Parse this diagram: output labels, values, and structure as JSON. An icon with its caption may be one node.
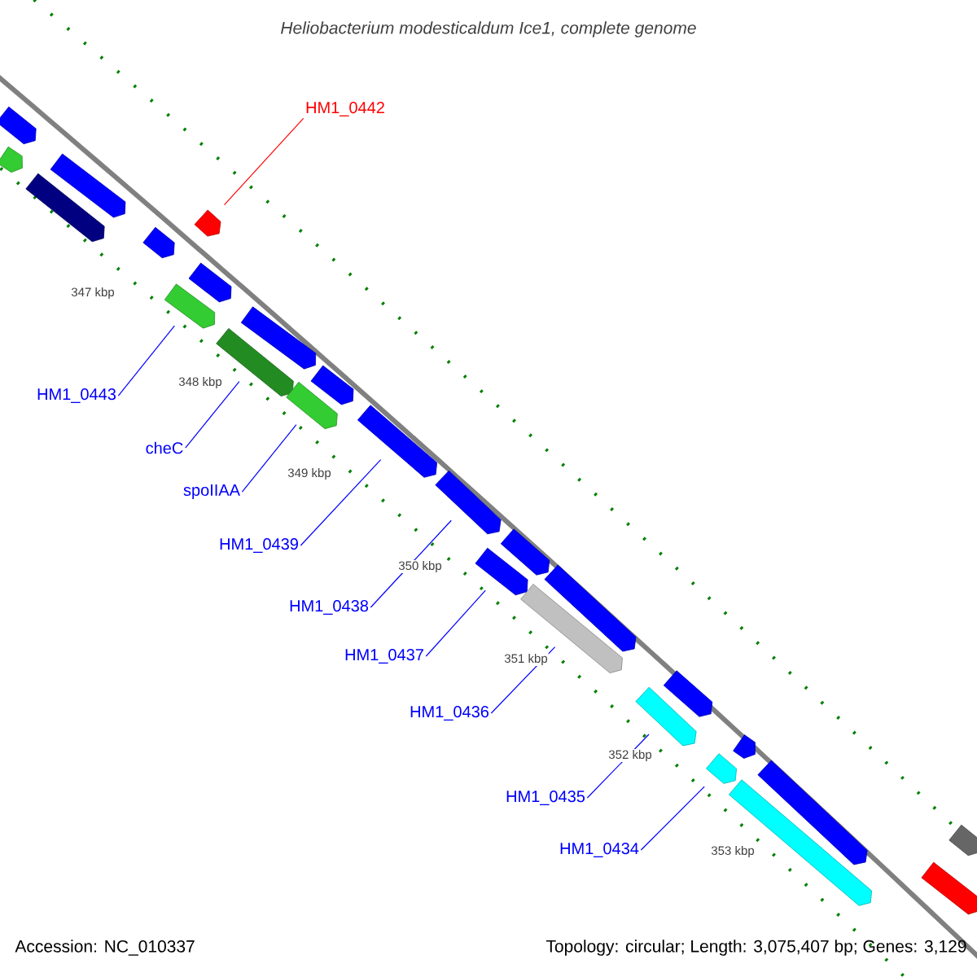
{
  "diagram": {
    "title": "Heliobacterium modesticaldum Ice1, complete genome",
    "nodes": [
      {
        "text": [],
        "shape": "bar"
      },
      {
        "text": [],
        "shape": "bar"
      },
      {
        "text": [],
        "shape": "bar"
      },
      {
        "text": [],
        "shape": "bar"
      },
      {
        "text": [],
        "shape": "bar"
      },
      {
        "text": [],
        "shape": "bar"
      },
      {
        "text": [],
        "shape": "bar"
      },
      {
        "text": [],
        "shape": "bar"
      },
      {
        "text": [],
        "shape": "bar"
      },
      {
        "text": [],
        "shape": "bar"
      },
      {
        "text": [],
        "shape": "bar"
      },
      {
        "text": [],
        "shape": "bar"
      },
      {
        "text": [],
        "shape": "bar"
      },
      {
        "text": [],
        "shape": "bar"
      },
      {
        "text": [],
        "shape": "bar"
      },
      {
        "text": [],
        "shape": "bar"
      },
      {
        "text": [],
        "shape": "bar"
      },
      {
        "text": [],
        "shape": "bar"
      },
      {
        "text": [],
        "shape": "bar"
      },
      {
        "text": [],
        "shape": "bar"
      },
      {
        "text": [],
        "shape": "bar"
      },
      {
        "text": [],
        "shape": "bar"
      },
      {
        "text": [],
        "shape": "bar"
      },
      {
        "text": [],
        "shape": "bar"
      },
      {
        "text": [],
        "shape": "bar"
      },
      {
        "text": [],
        "shape": "bar"
      },
      {
        "text": [
          "HM1_0442"
        ]
      },
      {
        "text": [
          "HM1_0443"
        ]
      },
      {
        "text": [
          "cheC"
        ]
      },
      {
        "text": [
          "spoIIAA"
        ]
      },
      {
        "text": [
          "HM1_0439"
        ]
      },
      {
        "text": [
          "HM1_0438"
        ]
      },
      {
        "text": [
          "HM1_0437"
        ]
      },
      {
        "text": [
          "HM1_0436"
        ]
      },
      {
        "text": [
          "HM1_0435"
        ]
      },
      {
        "text": [
          "HM1_0434"
        ]
      }
    ],
    "edges": [
      {
        "from": 26,
        "to": 5,
        "arrow": "none",
        "color": "#ff0000"
      },
      {
        "from": 27,
        "to": 6,
        "arrow": "none"
      },
      {
        "from": 28,
        "to": 8,
        "arrow": "none"
      },
      {
        "from": 29,
        "to": 10,
        "arrow": "none"
      },
      {
        "from": 30,
        "to": 12,
        "arrow": "none"
      },
      {
        "from": 31,
        "to": 13,
        "arrow": "none"
      },
      {
        "from": 32,
        "to": 14,
        "arrow": "none"
      },
      {
        "from": 33,
        "to": 16,
        "arrow": "none"
      },
      {
        "from": 34,
        "to": 18,
        "arrow": "none"
      },
      {
        "from": 35,
        "to": 20,
        "arrow": "none"
      }
    ],
    "labels": [
      "347 kbp",
      "348 kbp",
      "349 kbp",
      "350 kbp",
      "351 kbp",
      "352 kbp",
      "353 kbp",
      "Accession: NC_010337",
      "Topology: circular; Length: 3,075,407 bp; Genes: 3,129"
    ]
  }
}
